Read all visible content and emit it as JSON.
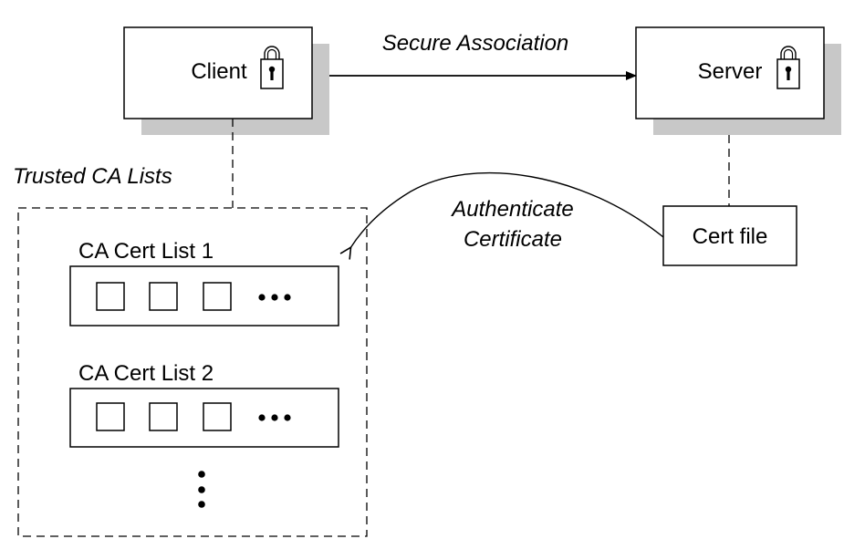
{
  "client": {
    "label": "Client",
    "icon": "padlock-icon"
  },
  "server": {
    "label": "Server",
    "icon": "padlock-icon"
  },
  "secure_association": {
    "label": "Secure Association"
  },
  "trusted_ca": {
    "label": "Trusted CA Lists"
  },
  "authenticate": {
    "line1": "Authenticate",
    "line2": "Certificate"
  },
  "cert_file": {
    "label": "Cert file"
  },
  "lists": [
    {
      "label": "CA Cert List 1"
    },
    {
      "label": "CA Cert List 2"
    }
  ],
  "colors": {
    "stroke": "#000000",
    "shadow": "#c8c8c8",
    "background": "#ffffff"
  }
}
